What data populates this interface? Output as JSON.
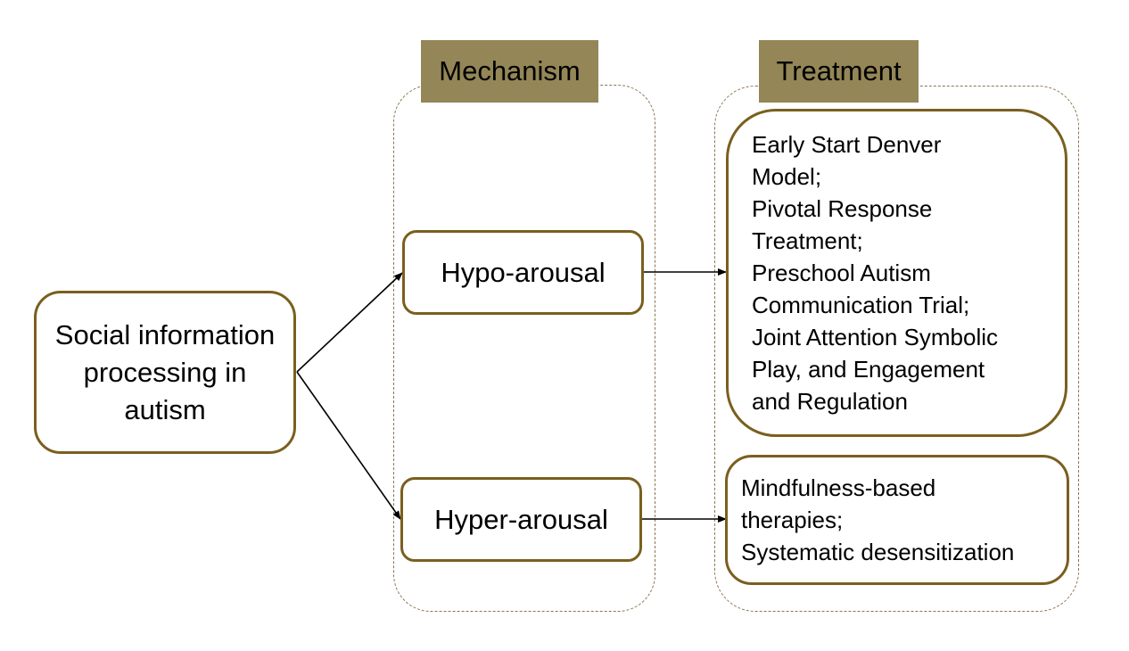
{
  "colors": {
    "node_border": "#7a5f1e",
    "header_fill": "#948656",
    "dashed_frame": "#8a7650",
    "arrow": "#000000"
  },
  "groups": {
    "mechanism": {
      "label": "Mechanism"
    },
    "treatment": {
      "label": "Treatment"
    }
  },
  "nodes": {
    "source": {
      "label": "Social information processing in autism"
    },
    "hypo": {
      "label": "Hypo-arousal"
    },
    "hyper": {
      "label": "Hyper-arousal"
    },
    "hypo_treatment": {
      "lines": [
        "Early Start Denver",
        "Model;",
        "Pivotal Response",
        "Treatment;",
        "Preschool Autism",
        "Communication Trial;",
        "Joint Attention Symbolic",
        "Play, and Engagement",
        "and Regulation"
      ]
    },
    "hyper_treatment": {
      "lines": [
        "Mindfulness-based",
        "therapies;",
        "Systematic desensitization"
      ]
    }
  },
  "edges": [
    {
      "from": "source",
      "to": "hypo"
    },
    {
      "from": "source",
      "to": "hyper"
    },
    {
      "from": "hypo",
      "to": "hypo_treatment"
    },
    {
      "from": "hyper",
      "to": "hyper_treatment"
    }
  ]
}
